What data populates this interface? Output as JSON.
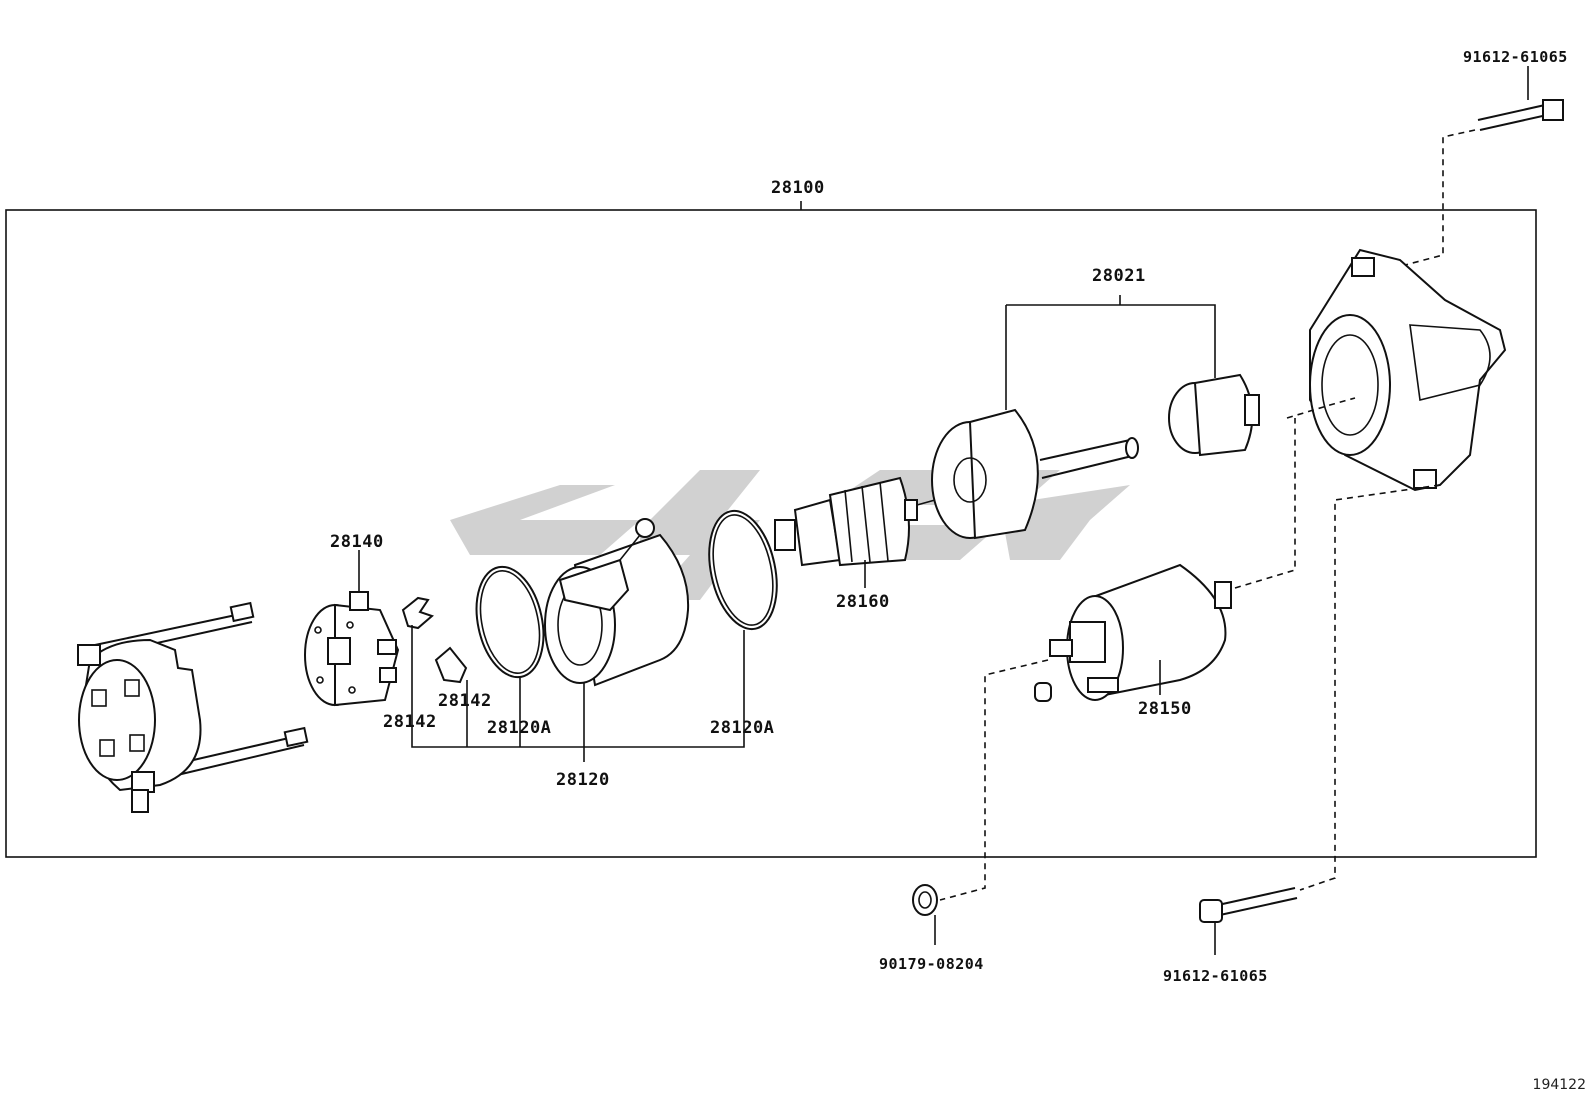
{
  "diagram": {
    "assembly_label": "28100",
    "figure_number": "194122",
    "watermark_color": "#c9c9c9",
    "line_color": "#111111",
    "parts": [
      {
        "id": "p28021",
        "number": "28021"
      },
      {
        "id": "p28140",
        "number": "28140"
      },
      {
        "id": "p28160",
        "number": "28160"
      },
      {
        "id": "p28142a",
        "number": "28142"
      },
      {
        "id": "p28142b",
        "number": "28142"
      },
      {
        "id": "p28120a1",
        "number": "28120A"
      },
      {
        "id": "p28120a2",
        "number": "28120A"
      },
      {
        "id": "p28120",
        "number": "28120"
      },
      {
        "id": "p28150",
        "number": "28150"
      },
      {
        "id": "p91612top",
        "number": "91612-61065"
      },
      {
        "id": "p90179",
        "number": "90179-08204"
      },
      {
        "id": "p91612bot",
        "number": "91612-61065"
      }
    ]
  }
}
